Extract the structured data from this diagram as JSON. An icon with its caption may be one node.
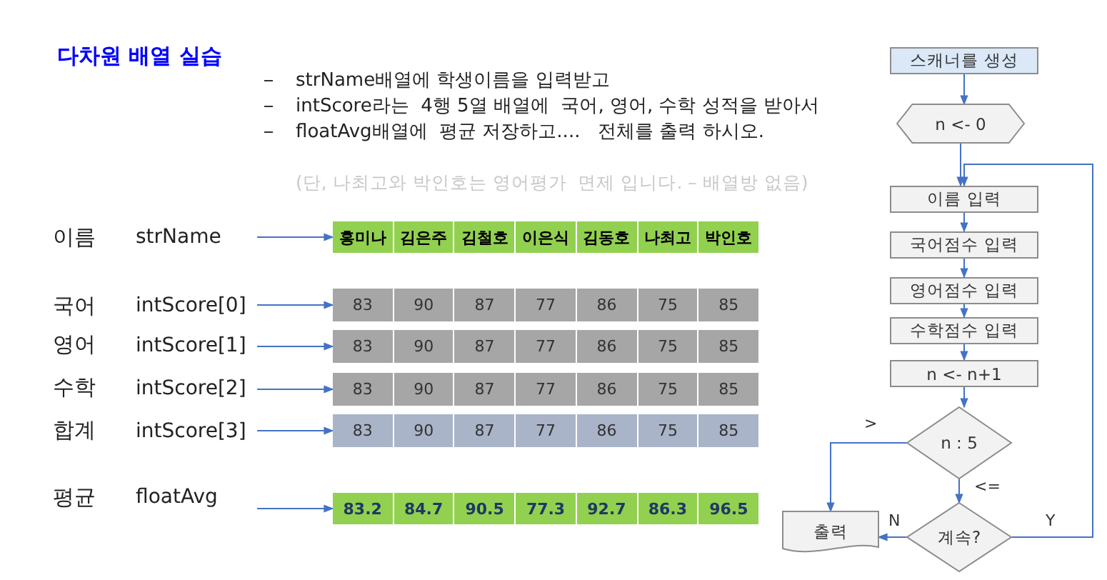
{
  "diagram": {
    "title": "다차원 배열 실습",
    "nodes": [
      {
        "text": [
          "이름",
          "strName"
        ]
      },
      {
        "text": [
          "홍미나",
          "김은주",
          "김철호",
          "이은식",
          "김동호",
          "나최고",
          "박인호"
        ]
      },
      {
        "text": [
          "국어",
          "intScore[0]"
        ]
      },
      {
        "text": [
          "83",
          "90",
          "87",
          "77",
          "86",
          "75",
          "85"
        ]
      },
      {
        "text": [
          "영어",
          "intScore[1]"
        ]
      },
      {
        "text": [
          "83",
          "90",
          "87",
          "77",
          "86",
          "75",
          "85"
        ]
      },
      {
        "text": [
          "수학",
          "intScore[2]"
        ]
      },
      {
        "text": [
          "83",
          "90",
          "87",
          "77",
          "86",
          "75",
          "85"
        ]
      },
      {
        "text": [
          "합계",
          "intScore[3]"
        ]
      },
      {
        "text": [
          "83",
          "90",
          "87",
          "77",
          "86",
          "75",
          "85"
        ]
      },
      {
        "text": [
          "평균",
          "floatAvg"
        ]
      },
      {
        "text": [
          "83.2",
          "84.7",
          "90.5",
          "77.3",
          "92.7",
          "86.3",
          "96.5"
        ]
      },
      {
        "text": [
          "스캐너를 생성"
        ]
      },
      {
        "text": [
          "n <- 0"
        ]
      },
      {
        "text": [
          "이름 입력"
        ]
      },
      {
        "text": [
          "국어점수 입력"
        ]
      },
      {
        "text": [
          "영어점수 입력"
        ]
      },
      {
        "text": [
          "수학점수 입력"
        ]
      },
      {
        "text": [
          "n <- n+1"
        ]
      },
      {
        "text": [
          "n : 5"
        ]
      },
      {
        "text": [
          "출력"
        ]
      },
      {
        "text": [
          "계속?"
        ]
      }
    ],
    "edges": [
      {
        "from": 0,
        "to": 1,
        "arrow": "to"
      },
      {
        "from": 2,
        "to": 3,
        "arrow": "to"
      },
      {
        "from": 4,
        "to": 5,
        "arrow": "to"
      },
      {
        "from": 6,
        "to": 7,
        "arrow": "to"
      },
      {
        "from": 8,
        "to": 9,
        "arrow": "to"
      },
      {
        "from": 10,
        "to": 11,
        "arrow": "to"
      },
      {
        "from": 12,
        "to": 13,
        "arrow": "to"
      },
      {
        "from": 13,
        "to": 14,
        "arrow": "to"
      },
      {
        "from": 14,
        "to": 15,
        "arrow": "to"
      },
      {
        "from": 15,
        "to": 16,
        "arrow": "to"
      },
      {
        "from": 16,
        "to": 17,
        "arrow": "to"
      },
      {
        "from": 17,
        "to": 18,
        "arrow": "to"
      },
      {
        "from": 18,
        "to": 19,
        "arrow": "to"
      },
      {
        "from": 19,
        "to": 20,
        "arrow": "to",
        "label": ">"
      },
      {
        "from": 19,
        "to": 21,
        "arrow": "to",
        "label": "<="
      },
      {
        "from": 21,
        "to": 20,
        "arrow": "to",
        "label": "N"
      },
      {
        "from": 21,
        "to": 14,
        "arrow": "to",
        "label": "Y"
      }
    ],
    "labels": [
      "strName배열에 학생이름을 입력받고",
      "intScore라는  4행 5열 배열에  국어, 영어, 수학 성적을 받아서",
      "floatAvg배열에  평균 저장하고....   전체를 출력 하시오.",
      "(단, 나최고와 박인호는 영어평가  면제 입니다. – 배열방 없음)"
    ]
  }
}
